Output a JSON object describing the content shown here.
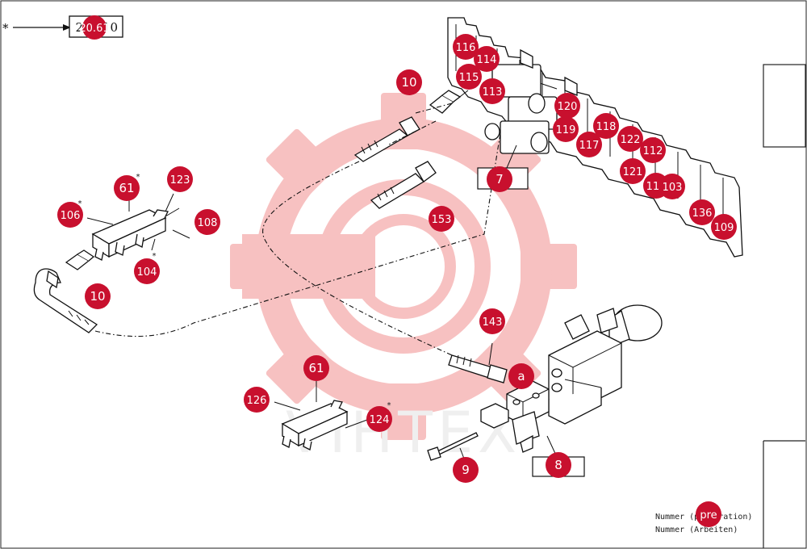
{
  "colors": {
    "marker": "#c8102e",
    "marker_text": "#ffffff",
    "watermark": "#f6b7b7",
    "line": "#111111"
  },
  "reference": {
    "asterisk": "*",
    "box_text": "20.610",
    "marker_text": "20.61"
  },
  "watermark_text": "VIHTEX",
  "callouts": [
    {
      "id": "116",
      "label": "116"
    },
    {
      "id": "114",
      "label": "114"
    },
    {
      "id": "115",
      "label": "115"
    },
    {
      "id": "113",
      "label": "113"
    },
    {
      "id": "10a",
      "label": "10"
    },
    {
      "id": "120",
      "label": "120"
    },
    {
      "id": "119",
      "label": "119"
    },
    {
      "id": "118",
      "label": "118"
    },
    {
      "id": "117",
      "label": "117"
    },
    {
      "id": "122",
      "label": "122"
    },
    {
      "id": "112",
      "label": "112"
    },
    {
      "id": "121",
      "label": "121"
    },
    {
      "id": "111",
      "label": "111"
    },
    {
      "id": "103",
      "label": "103"
    },
    {
      "id": "136",
      "label": "136"
    },
    {
      "id": "109",
      "label": "109"
    },
    {
      "id": "7",
      "label": "7"
    },
    {
      "id": "153",
      "label": "153"
    },
    {
      "id": "61a",
      "label": "61"
    },
    {
      "id": "123",
      "label": "123"
    },
    {
      "id": "106",
      "label": "106"
    },
    {
      "id": "108",
      "label": "108"
    },
    {
      "id": "104",
      "label": "104"
    },
    {
      "id": "10b",
      "label": "10"
    },
    {
      "id": "143",
      "label": "143"
    },
    {
      "id": "a",
      "label": "a"
    },
    {
      "id": "61b",
      "label": "61"
    },
    {
      "id": "126",
      "label": "126"
    },
    {
      "id": "124",
      "label": "124"
    },
    {
      "id": "9",
      "label": "9"
    },
    {
      "id": "8",
      "label": "8"
    },
    {
      "id": "pre",
      "label": "pre"
    }
  ],
  "asterisk_notes": [
    "*",
    "*",
    "*",
    "*"
  ],
  "footer_legend": [
    "Nummer (preparation)",
    "Nummer (Arbeiten)"
  ]
}
